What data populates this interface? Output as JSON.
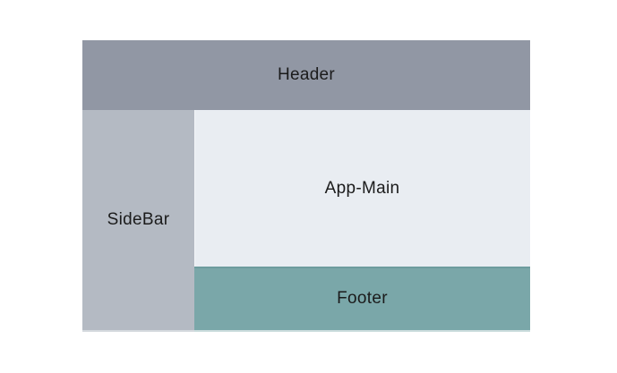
{
  "page": {
    "background_color": "#ffffff",
    "text_color": "#1b1b1b"
  },
  "layout": {
    "header": {
      "label": "Header",
      "color": "#9197a4"
    },
    "sidebar": {
      "label": "SideBar",
      "color": "#b4bac3"
    },
    "main": {
      "label": "App-Main",
      "color": "#e9edf2"
    },
    "footer": {
      "label": "Footer",
      "color": "#7aa7a9"
    }
  }
}
